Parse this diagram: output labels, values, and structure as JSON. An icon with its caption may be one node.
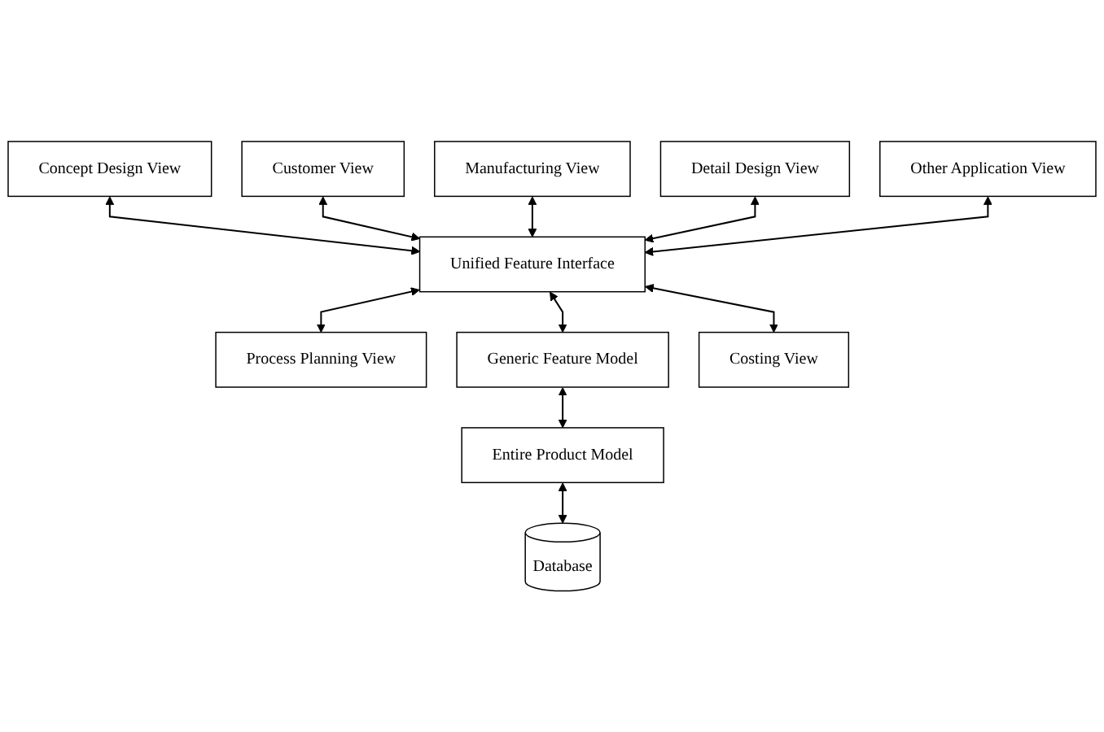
{
  "diagram": {
    "nodes": [
      {
        "text": [
          "Concept Design View"
        ]
      },
      {
        "text": [
          "Customer View"
        ]
      },
      {
        "text": [
          "Manufacturing View"
        ]
      },
      {
        "text": [
          "Detail Design View"
        ]
      },
      {
        "text": [
          "Unified Feature Interface"
        ]
      },
      {
        "text": [
          "Process Planning View"
        ]
      },
      {
        "text": [
          "Other Application View"
        ]
      },
      {
        "text": [
          "Generic Feature Model"
        ]
      },
      {
        "text": [
          "Costing View"
        ]
      },
      {
        "text": [
          "Entire Product Model"
        ]
      },
      {
        "text": [
          "Database"
        ]
      }
    ],
    "edges": [
      {
        "from": 0,
        "to": 4,
        "arrow": "both"
      },
      {
        "from": 1,
        "to": 4,
        "arrow": "both"
      },
      {
        "from": 2,
        "to": 4,
        "arrow": "both"
      },
      {
        "from": 3,
        "to": 4,
        "arrow": "both"
      },
      {
        "from": 4,
        "to": 5,
        "arrow": "both"
      },
      {
        "from": 6,
        "to": 4,
        "arrow": "both"
      },
      {
        "from": 4,
        "to": 8,
        "arrow": "both"
      },
      {
        "from": 4,
        "to": 7,
        "arrow": "both"
      },
      {
        "from": 7,
        "to": 9,
        "arrow": "both"
      },
      {
        "from": 9,
        "to": 10,
        "arrow": "both"
      }
    ]
  }
}
